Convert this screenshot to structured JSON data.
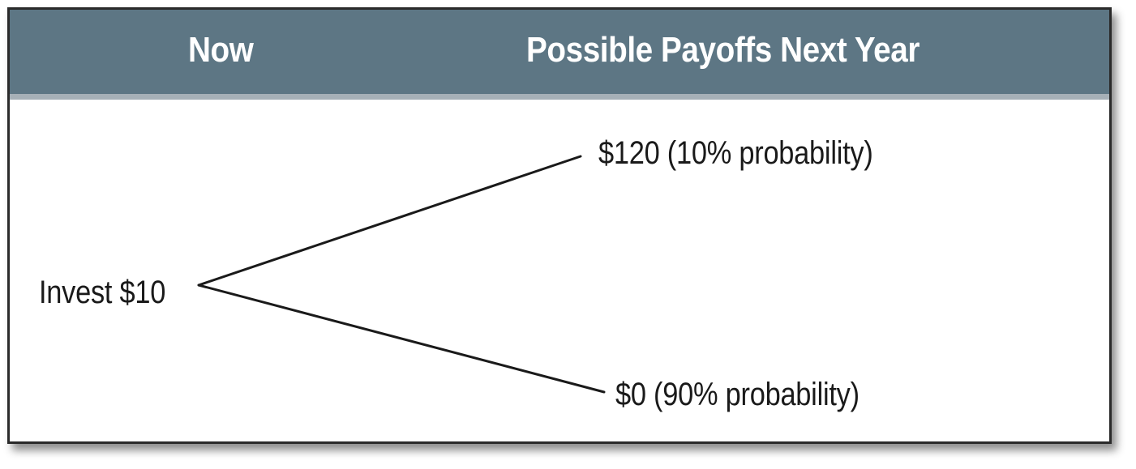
{
  "header": {
    "left_title": "Now",
    "right_title": "Possible Payoffs Next Year"
  },
  "tree": {
    "root_label": "Invest $10",
    "branches": [
      {
        "label": "$120 (10% probability)"
      },
      {
        "label": "$0 (90% probability)"
      }
    ]
  },
  "colors": {
    "header_background": "#5d7684",
    "header_underline": "#a6b0b7",
    "header_text": "#ffffff",
    "frame_border": "#2a2a2a",
    "text": "#1a1a1a"
  }
}
